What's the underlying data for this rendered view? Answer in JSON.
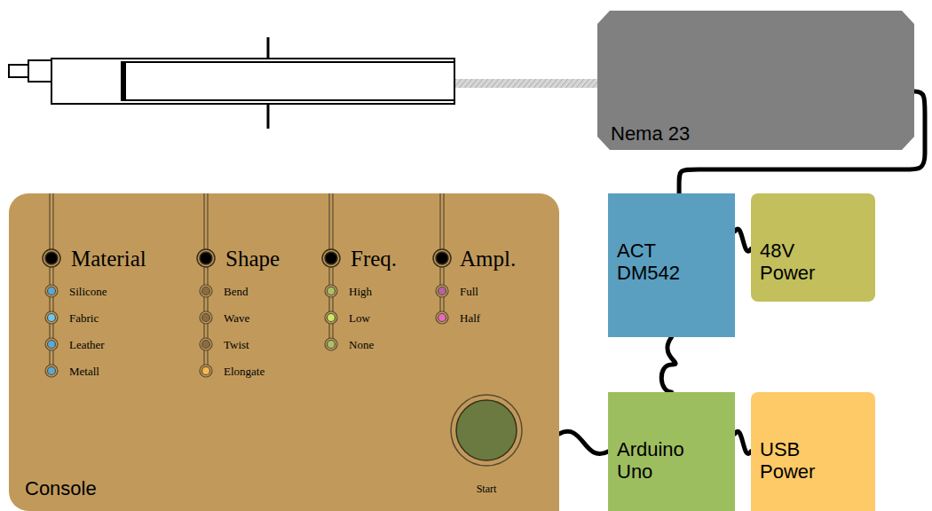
{
  "diagram": {
    "nodes": [
      {
        "text": [
          "Nema 23"
        ]
      },
      {
        "text": [
          "Console"
        ]
      },
      {
        "text": [
          "ACT DM542"
        ]
      },
      {
        "text": [
          "48V Power"
        ]
      },
      {
        "text": [
          "Arduino Uno"
        ]
      },
      {
        "text": [
          "USB Power"
        ]
      }
    ],
    "edges": [
      {
        "from": 0,
        "to": 2,
        "arrow": "none"
      },
      {
        "from": 2,
        "to": 3,
        "arrow": "none"
      },
      {
        "from": 2,
        "to": 4,
        "arrow": "none"
      },
      {
        "from": 4,
        "to": 5,
        "arrow": "none"
      },
      {
        "from": 1,
        "to": 4,
        "arrow": "none"
      }
    ],
    "labels": [
      "Material",
      "Silicone",
      "Fabric",
      "Leather",
      "Metall",
      "Shape",
      "Bend",
      "Wave",
      "Twist",
      "Elongate",
      "Freq.",
      "High",
      "Low",
      "None",
      "Ampl.",
      "Full",
      "Half",
      "Start"
    ]
  }
}
